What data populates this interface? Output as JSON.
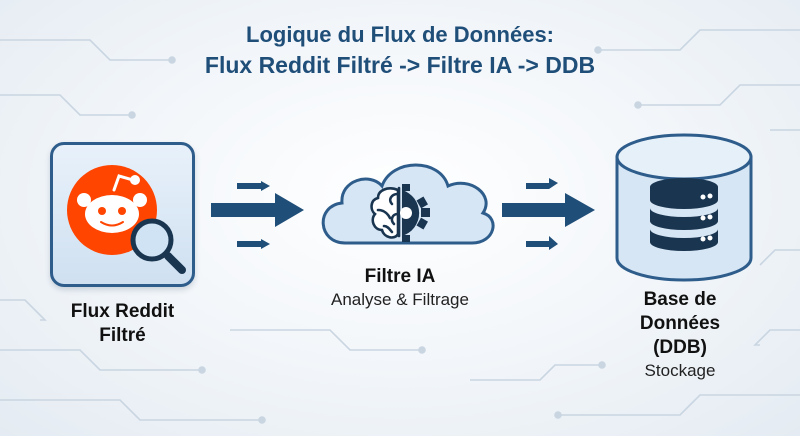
{
  "title": {
    "line1": "Logique du Flux de Données:",
    "line2": "Flux Reddit Filtré -> Filtre IA -> DDB"
  },
  "nodes": {
    "reddit": {
      "line1": "Flux Reddit",
      "line2": "Filtré"
    },
    "filter": {
      "name": "Filtre IA",
      "desc": "Analyse & Filtrage"
    },
    "ddb": {
      "line1": "Base de",
      "line2": "Données",
      "line3": "(DDB)",
      "desc": "Stockage"
    }
  },
  "colors": {
    "primary": "#1f4e79",
    "border": "#2e5d8c",
    "reddit": "#ff4500",
    "fill": "#d6e6f5"
  },
  "icons": [
    "reddit-icon",
    "magnifier-icon",
    "cloud-icon",
    "brain-icon",
    "gear-icon",
    "database-icon",
    "arrow-icon"
  ]
}
